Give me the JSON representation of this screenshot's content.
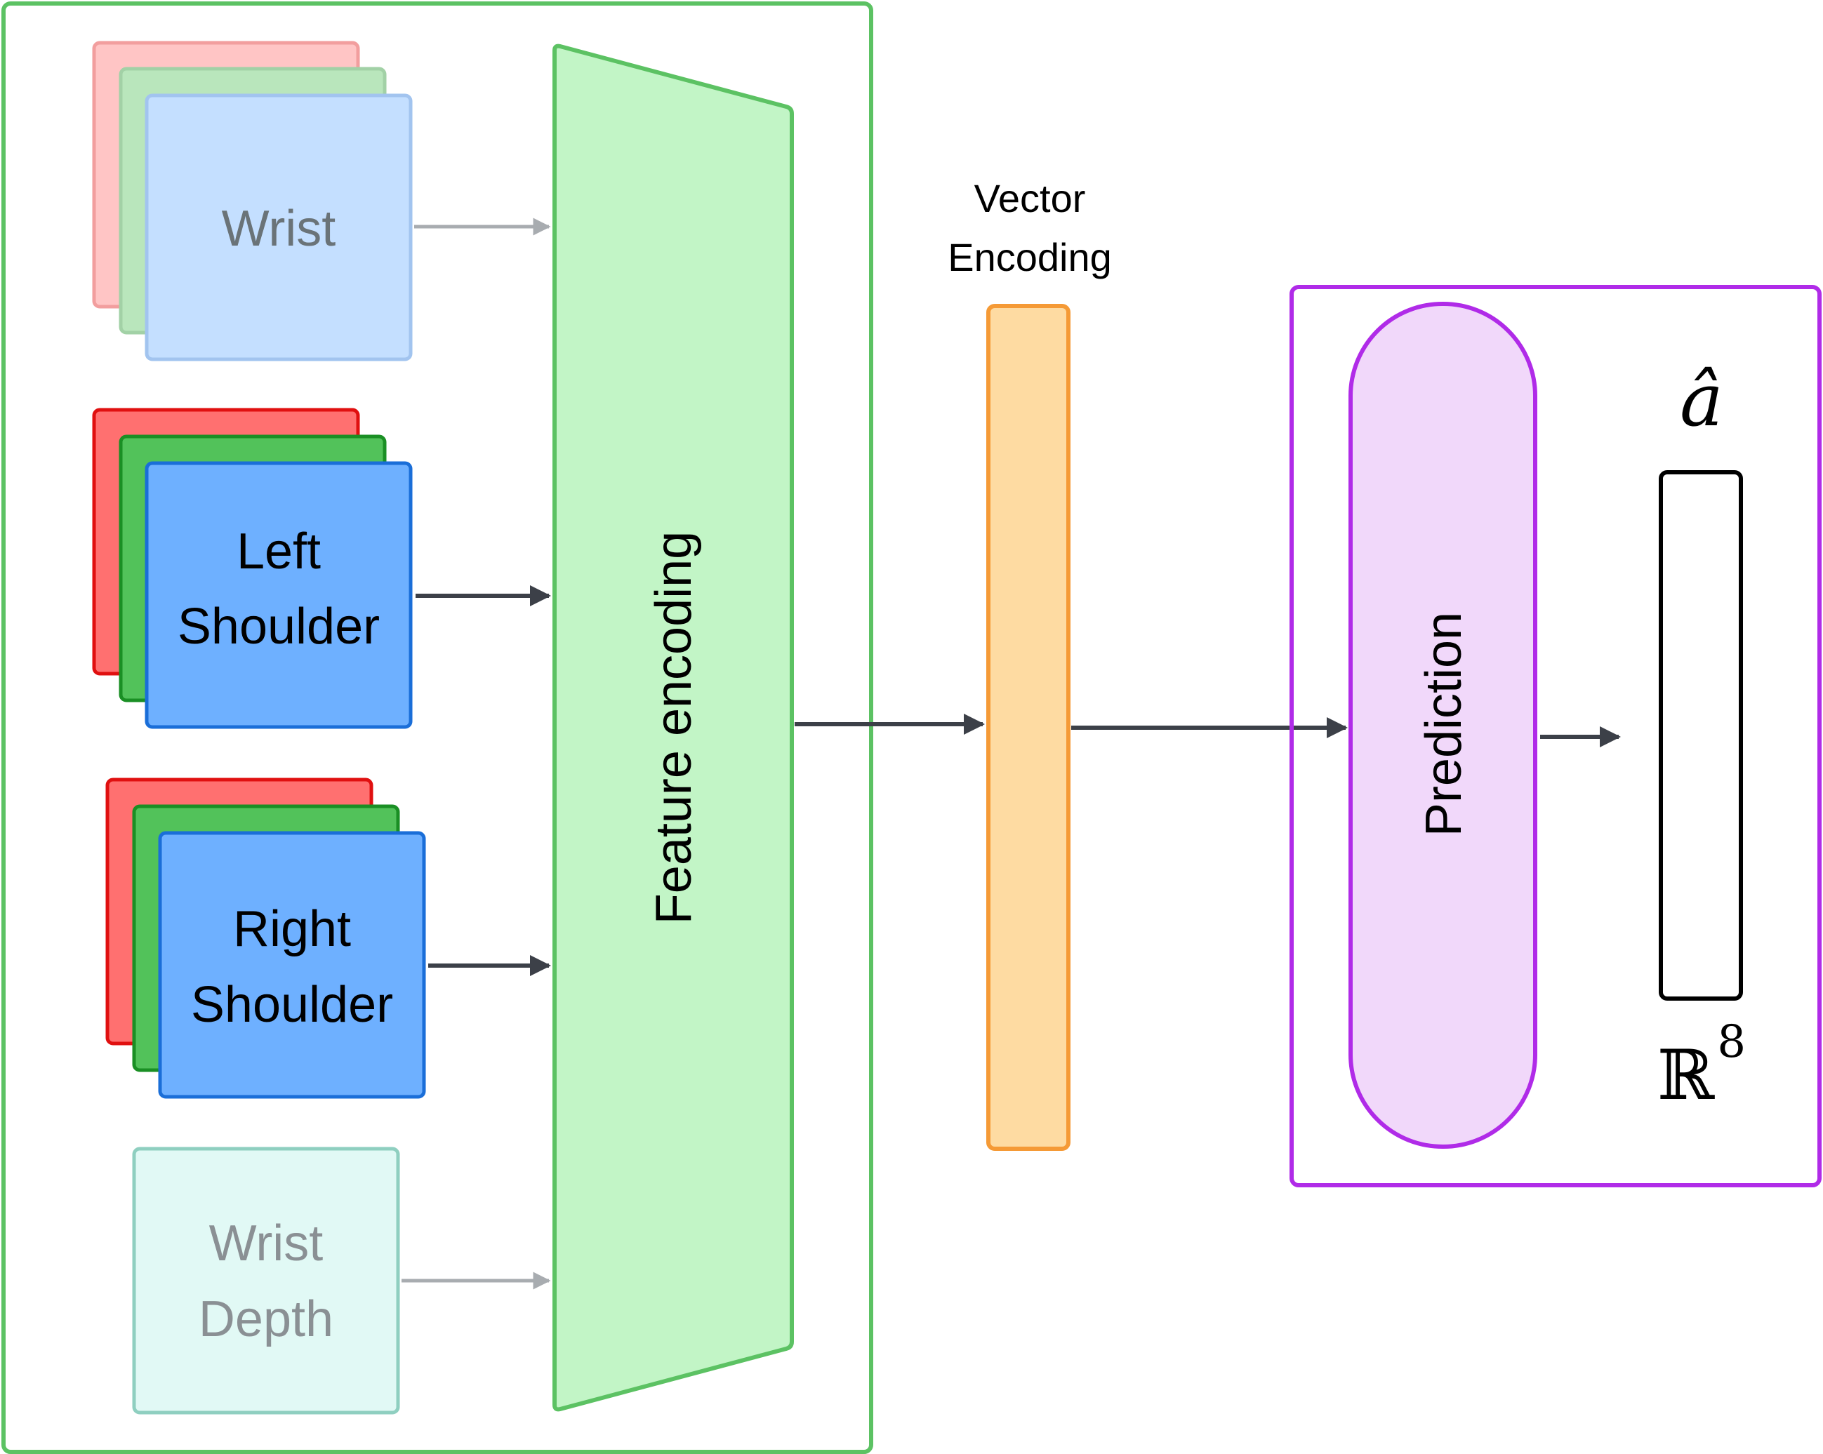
{
  "inputs": {
    "wrist": {
      "label": "Wrist"
    },
    "left_shoulder": {
      "line1": "Left",
      "line2": "Shoulder"
    },
    "right_shoulder": {
      "line1": "Right",
      "line2": "Shoulder"
    },
    "wrist_depth": {
      "line1": "Wrist",
      "line2": "Depth"
    }
  },
  "encoder": {
    "label": "Feature encoding"
  },
  "vector": {
    "line1": "Vector",
    "line2": "Encoding"
  },
  "head": {
    "label": "Prediction"
  },
  "output": {
    "symbol": "â",
    "space": "ℝ",
    "dim": "8"
  },
  "colors": {
    "encoder_border": "#5cc263",
    "encoder_fill": "#c2f5c6",
    "rgb_red": "#ff7070",
    "rgb_green": "#52c25a",
    "rgb_blue": "#6eb0ff",
    "vector_fill": "#fedba2",
    "vector_border": "#f59a36",
    "head_border": "#b02be8",
    "head_fill": "#f1d8fa",
    "depth_fill": "#e1f9f5",
    "depth_border": "#8fcfc0",
    "arrow_dark": "#3c4048",
    "arrow_light": "#a8acb0"
  }
}
